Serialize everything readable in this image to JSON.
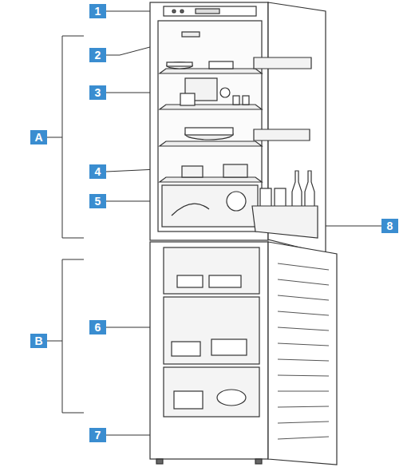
{
  "diagram": {
    "labels": [
      "1",
      "2",
      "A",
      "3",
      "4",
      "5",
      "8",
      "B",
      "6",
      "7"
    ]
  }
}
